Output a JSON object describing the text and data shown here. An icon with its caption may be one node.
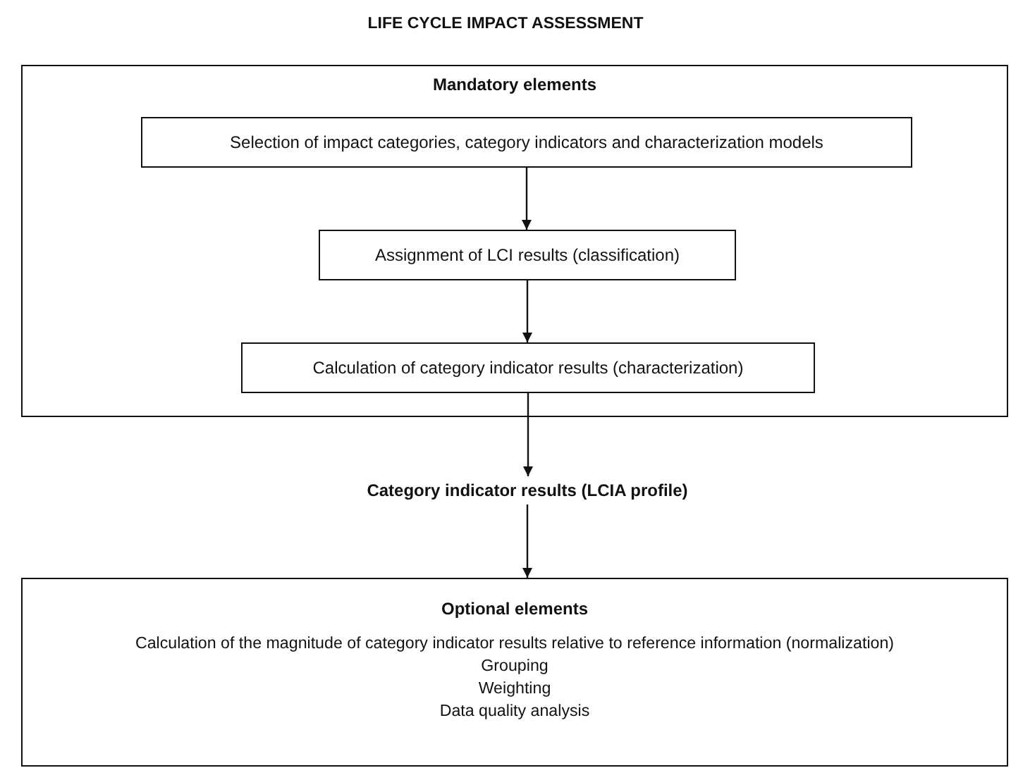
{
  "diagram": {
    "title": "LIFE CYCLE IMPACT ASSESSMENT",
    "nodes": [
      {
        "text": [
          "Mandatory elements"
        ]
      },
      {
        "text": [
          "Selection of impact categories, category indicators and characterization models"
        ],
        "in": 0
      },
      {
        "text": [
          "Assignment of LCI results (classification)"
        ],
        "in": 0
      },
      {
        "text": [
          "Calculation of category indicator results (characterization)"
        ],
        "in": 0
      },
      {
        "text": [
          "Category indicator results (LCIA profile)"
        ]
      },
      {
        "text": [
          "Optional elements",
          "Calculation of the magnitude of category indicator results relative to reference information (normalization)",
          "Grouping",
          "Weighting",
          "Data quality analysis"
        ]
      }
    ],
    "edges": [
      {
        "from": 1,
        "to": 2,
        "arrow": "to"
      },
      {
        "from": 2,
        "to": 3,
        "arrow": "to"
      },
      {
        "from": 3,
        "to": 4,
        "arrow": "to"
      },
      {
        "from": 4,
        "to": 5,
        "arrow": "to"
      }
    ]
  }
}
